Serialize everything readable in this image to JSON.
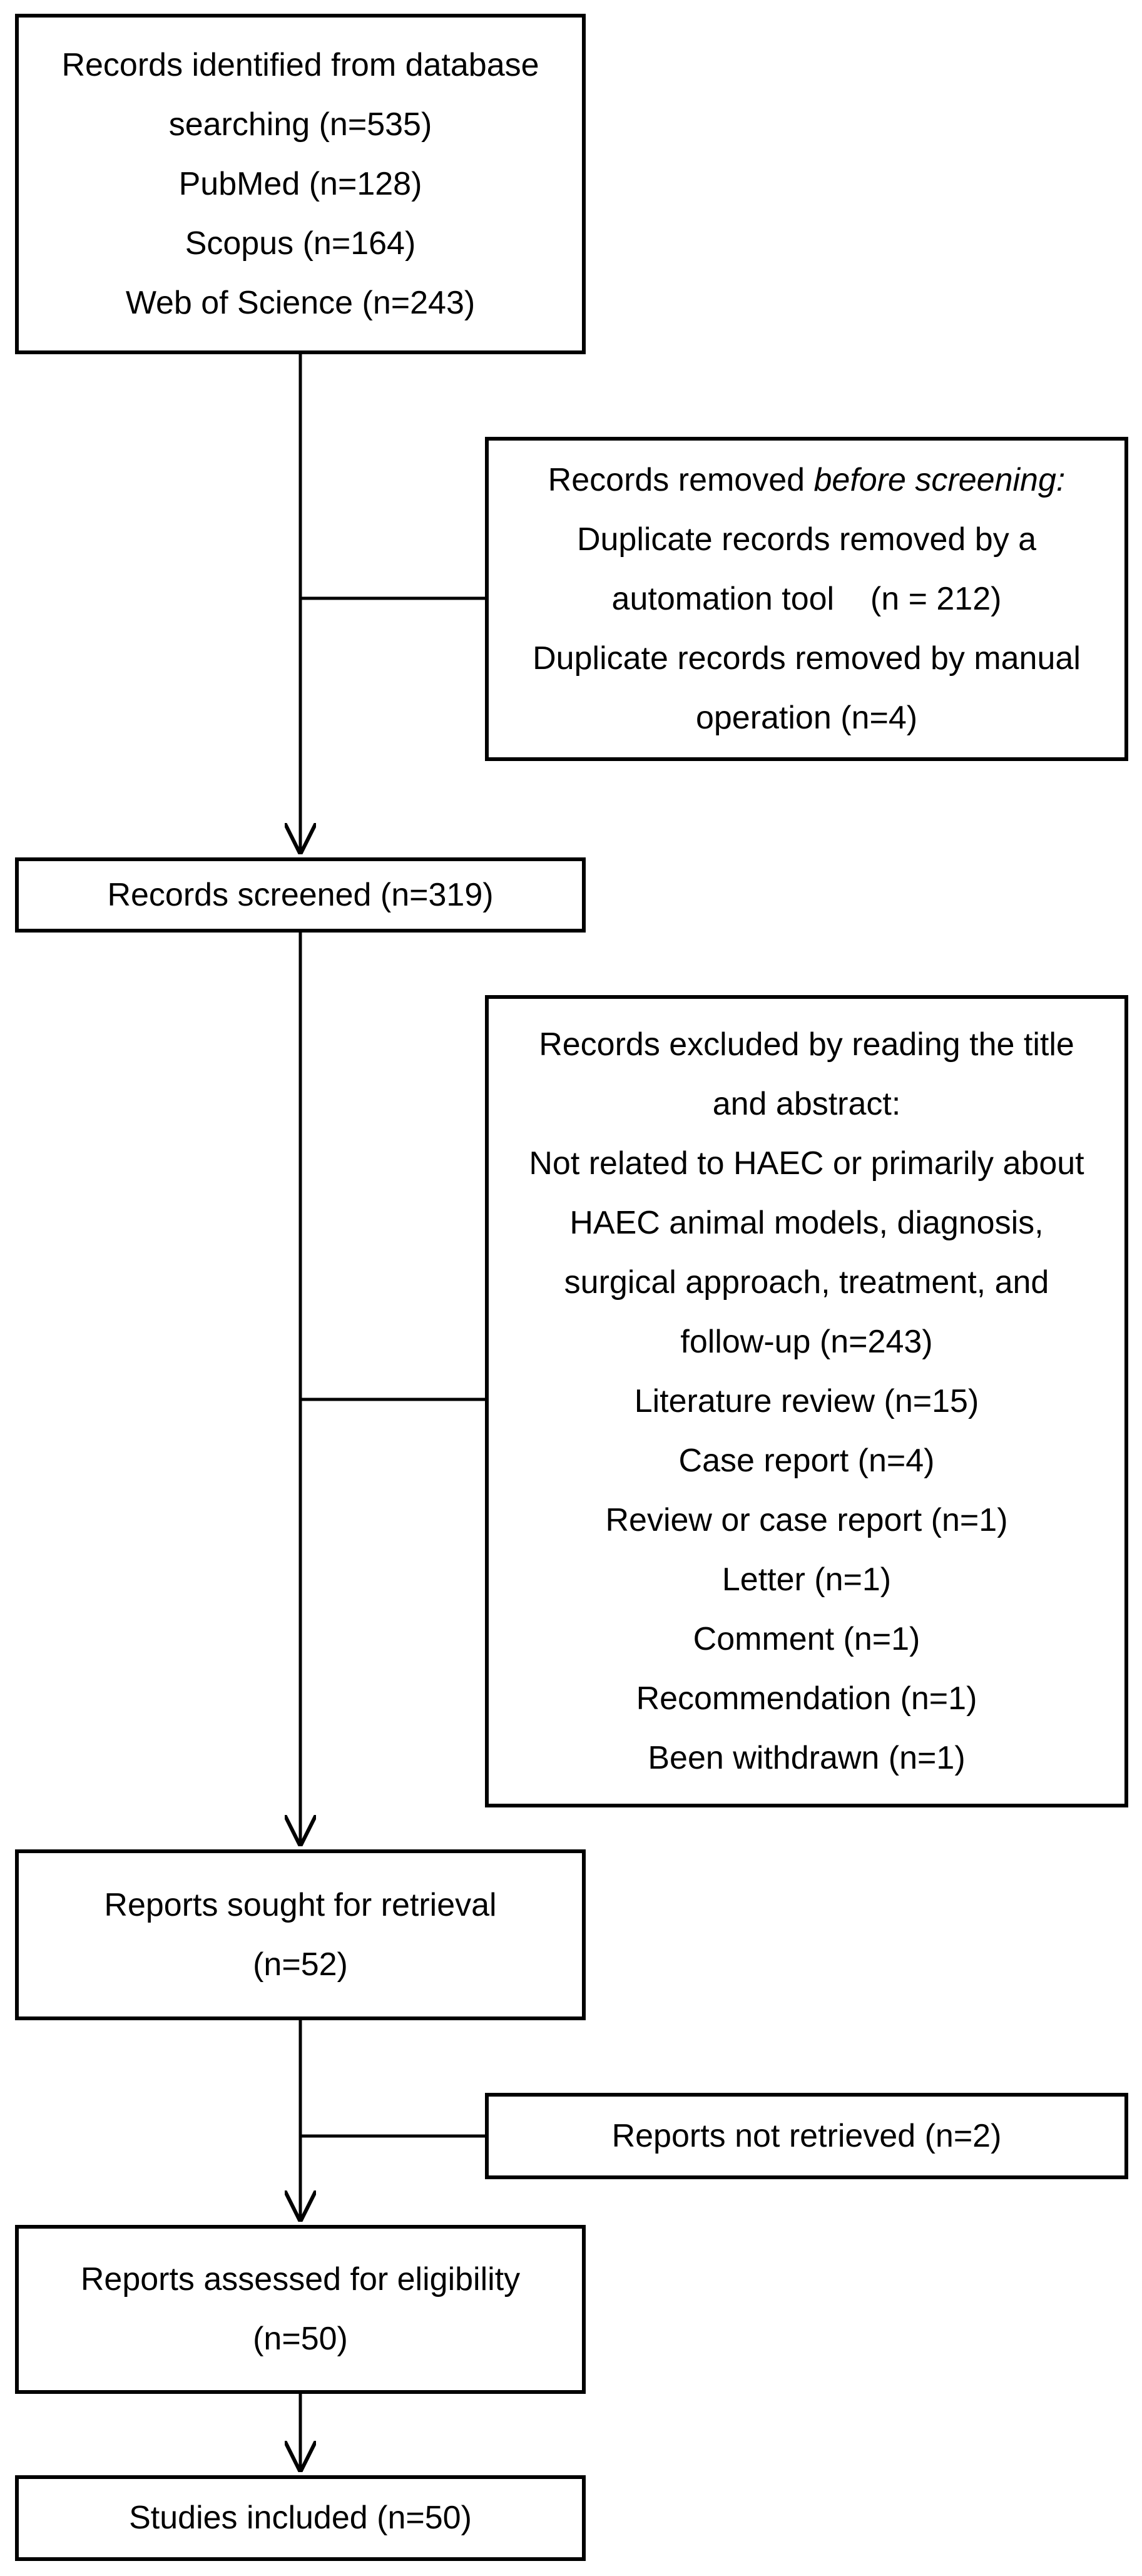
{
  "identification": {
    "lines": [
      "Records identified from database",
      "searching (n=535)",
      "PubMed (n=128)",
      "Scopus (n=164)",
      "Web of Science (n=243)"
    ]
  },
  "removed": {
    "title_prefix": "Records removed ",
    "title_emphasis": "before screening:",
    "lines": [
      "Duplicate records removed by a",
      "automation tool    (n = 212)",
      "Duplicate records removed by manual",
      "operation (n=4)"
    ]
  },
  "screened": {
    "lines": [
      "Records screened (n=319)"
    ]
  },
  "excluded": {
    "lines": [
      "Records excluded by reading the title",
      "and abstract:",
      "Not related to HAEC or primarily about",
      "HAEC animal models, diagnosis,",
      "surgical approach, treatment, and",
      "follow-up (n=243)",
      "Literature review (n=15)",
      "Case report (n=4)",
      "Review or case report (n=1)",
      "Letter (n=1)",
      "Comment (n=1)",
      "Recommendation (n=1)",
      "Been withdrawn (n=1)"
    ]
  },
  "sought": {
    "lines": [
      "Reports sought for retrieval",
      "(n=52)"
    ]
  },
  "not_retrieved": {
    "lines": [
      "Reports not retrieved (n=2)"
    ]
  },
  "assessed": {
    "lines": [
      "Reports assessed for eligibility",
      "(n=50)"
    ]
  },
  "included": {
    "lines": [
      "Studies included (n=50)"
    ]
  }
}
